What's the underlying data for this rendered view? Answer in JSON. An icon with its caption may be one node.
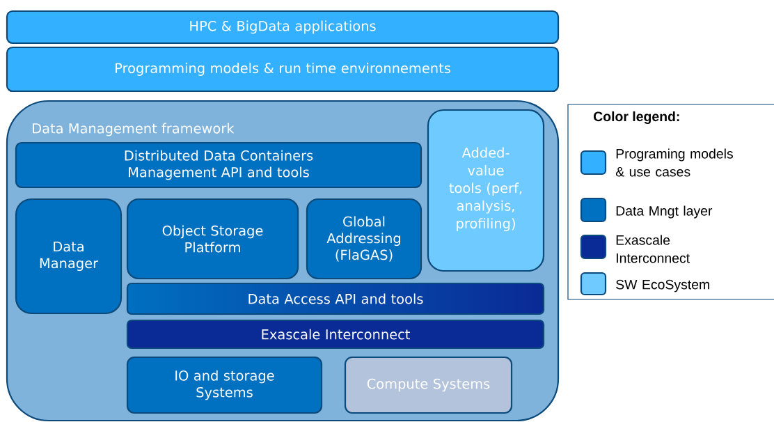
{
  "diagram": {
    "nodes": [
      {
        "text": [
          "HPC & BigData applications"
        ]
      },
      {
        "text": [
          "Programming models & run time environnements"
        ]
      },
      {
        "text": [
          "Data Management framework"
        ]
      },
      {
        "text": [
          "Distributed Data Containers Management API and tools"
        ],
        "in": 2
      },
      {
        "text": [
          "Added-value tools (perf, analysis, profiling)"
        ],
        "in": 2
      },
      {
        "text": [
          "Data Manager"
        ],
        "in": 2
      },
      {
        "text": [
          "Object Storage Platform"
        ],
        "in": 2
      },
      {
        "text": [
          "Global Addressing (FlaGAS)"
        ],
        "in": 2
      },
      {
        "text": [
          "Data Access API and tools"
        ],
        "in": 2
      },
      {
        "text": [
          "Exascale Interconnect"
        ],
        "in": 2
      },
      {
        "text": [
          "IO and storage Systems"
        ],
        "in": 2
      },
      {
        "text": [
          "Compute Systems"
        ],
        "in": 2
      }
    ],
    "labels": [
      "Color legend:"
    ],
    "legend": [
      {
        "text": "Programing models & use cases",
        "color": "#33b0ff"
      },
      {
        "text": "Data Mngt layer",
        "color": "#0070c0"
      },
      {
        "text": "Exascale Interconnect",
        "color": "#0a2a96"
      },
      {
        "text": "SW EcoSystem",
        "color": "#6fcbff"
      }
    ]
  }
}
